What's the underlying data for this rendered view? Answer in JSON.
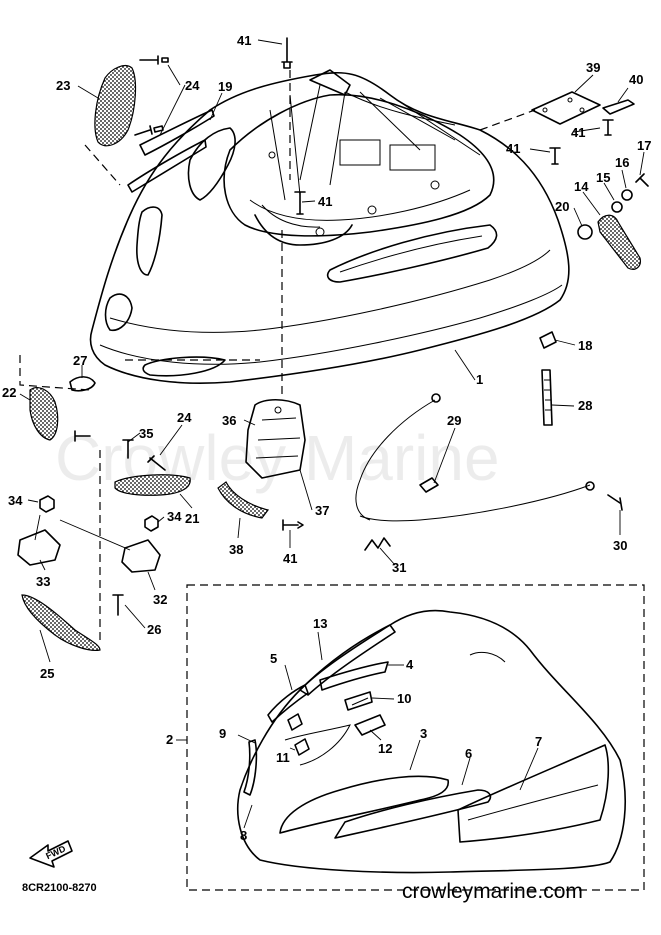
{
  "callouts": [
    "41",
    "23",
    "24",
    "19",
    "39",
    "40",
    "41",
    "17",
    "41",
    "16",
    "15",
    "14",
    "20",
    "41",
    "18",
    "1",
    "27",
    "28",
    "22",
    "24",
    "36",
    "35",
    "29",
    "34",
    "21",
    "37",
    "34",
    "38",
    "41",
    "30",
    "33",
    "31",
    "32",
    "26",
    "25",
    "13",
    "5",
    "4",
    "10",
    "2",
    "9",
    "3",
    "12",
    "11",
    "7",
    "6",
    "8"
  ],
  "watermark": "Crowley Marine",
  "diagram_code": "8CR2100-8270",
  "fwd_label": "FWD",
  "footer_site": "crowleymarine.com"
}
